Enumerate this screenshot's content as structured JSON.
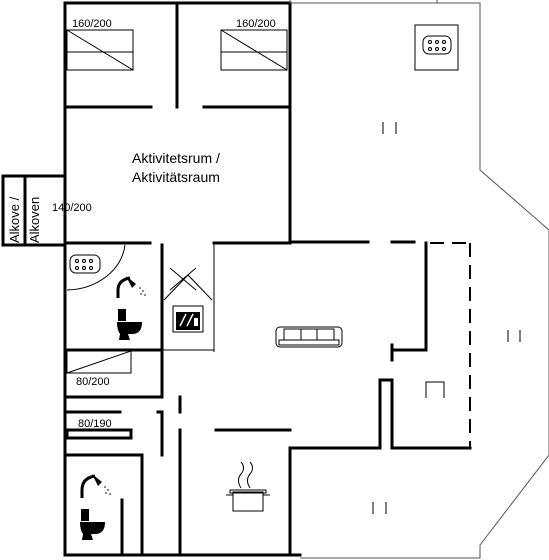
{
  "rooms": {
    "bed_size_1": "160/200",
    "bed_size_2": "160/200",
    "activity_room_line1": "Aktivitetsrum /",
    "activity_room_line2": "Aktivitätsraum",
    "alcove_line1": "Alkove /",
    "alcove_line2": "Alkoven",
    "alcove_bed_size": "140/200",
    "bed_size_3": "80/200",
    "bed_size_4": "80/190"
  },
  "icons": {
    "whirlpool_1": "whirlpool-icon",
    "whirlpool_2": "whirlpool-icon",
    "shower_1": "shower-icon",
    "shower_2": "shower-icon",
    "toilet_1": "toilet-icon",
    "toilet_2": "toilet-icon",
    "sauna": "sauna-icon",
    "sofa": "sofa-icon",
    "cooking_pot": "cooking-pot-icon"
  }
}
